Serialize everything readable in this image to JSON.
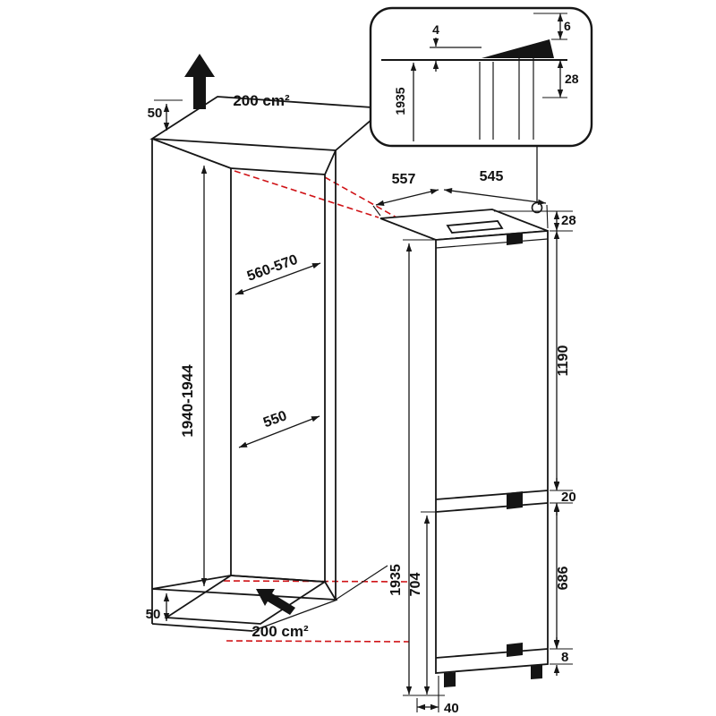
{
  "colors": {
    "line": "#161616",
    "projection_red": "#d01317",
    "niche_back_panel": "#9d9d9d",
    "niche_floor": "#e8e8e8"
  },
  "cabinet": {
    "top_clearance": "50",
    "top_vent_area": "200 cm²",
    "niche_width_range": "560-570",
    "niche_height_range": "1940-1944",
    "niche_depth": "550",
    "bottom_clearance": "50",
    "bottom_vent_area": "200 cm²"
  },
  "appliance": {
    "depth": "557",
    "width": "545",
    "top_inset": "28",
    "fridge_door_height": "1190",
    "door_gap": "20",
    "freezer_door_height": "686",
    "bottom_gap": "8",
    "total_height": "1935",
    "freezer_section_height": "704",
    "base_recess": "40"
  },
  "detail_inset": {
    "top_gap": "4",
    "top_edge_offset": "6",
    "top_panel_offset": "28",
    "total_height": "1935"
  }
}
